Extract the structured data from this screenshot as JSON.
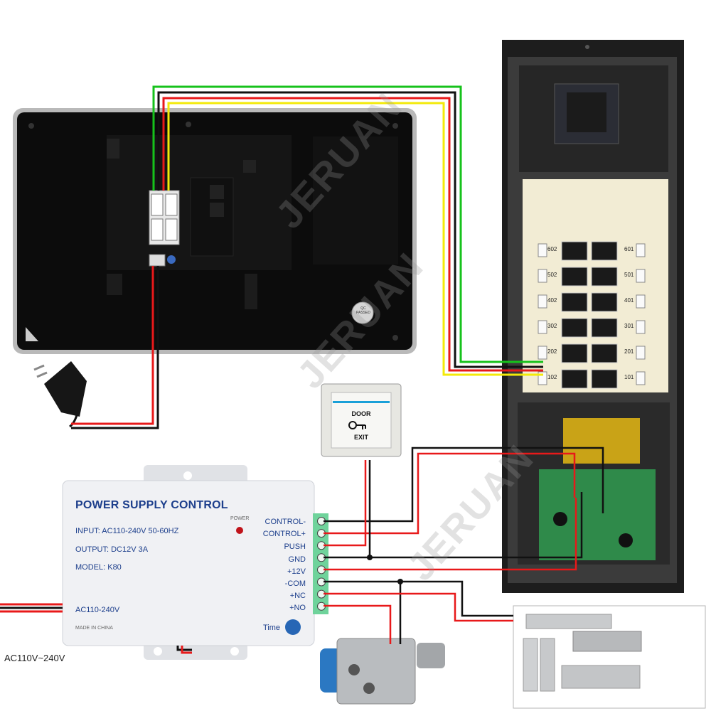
{
  "watermark": "JERUAN",
  "monitor": {
    "qc_sticker": "QC\nPASSED"
  },
  "power_supply": {
    "title": "POWER SUPPLY CONTROL",
    "input": "INPUT: AC110-240V  50-60HZ",
    "output": "OUTPUT: DC12V  3A",
    "model": "MODEL: K80",
    "power_led_label": "POWER",
    "ac_label": "AC110-240V",
    "made_in": "MADE IN CHINA",
    "time_label": "Time",
    "terminals": [
      "CONTROL-",
      "CONTROL+",
      "PUSH",
      "GND",
      "+12V",
      "-COM",
      "+NC",
      "+NO"
    ]
  },
  "exit_button": {
    "line1": "DOOR",
    "line2": "EXIT"
  },
  "mains_label": "AC110V~240V",
  "door_station": {
    "apartments_left": [
      "602",
      "502",
      "402",
      "302",
      "202",
      "102"
    ],
    "apartments_right": [
      "601",
      "501",
      "401",
      "301",
      "201",
      "101"
    ]
  },
  "colors": {
    "wire_red": "#e8191a",
    "wire_black": "#111111",
    "wire_green": "#16c21b",
    "wire_yellow": "#f3ea0a",
    "psu_blue_text": "#1d3f8c"
  }
}
